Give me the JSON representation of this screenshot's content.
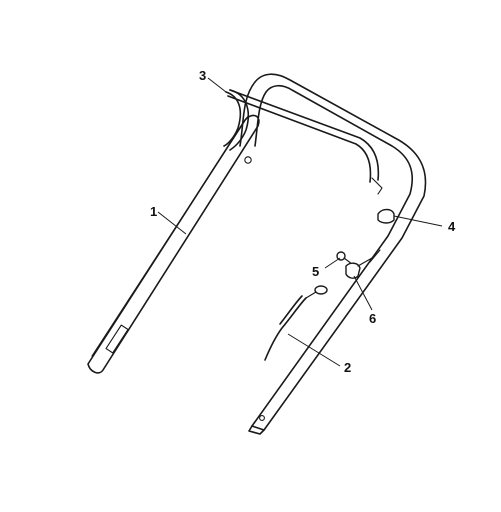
{
  "callouts": {
    "handle_lower": "1",
    "cable_lower": "2",
    "bail_bar": "3",
    "cable_clip": "4",
    "screw": "5",
    "clamp": "6"
  }
}
